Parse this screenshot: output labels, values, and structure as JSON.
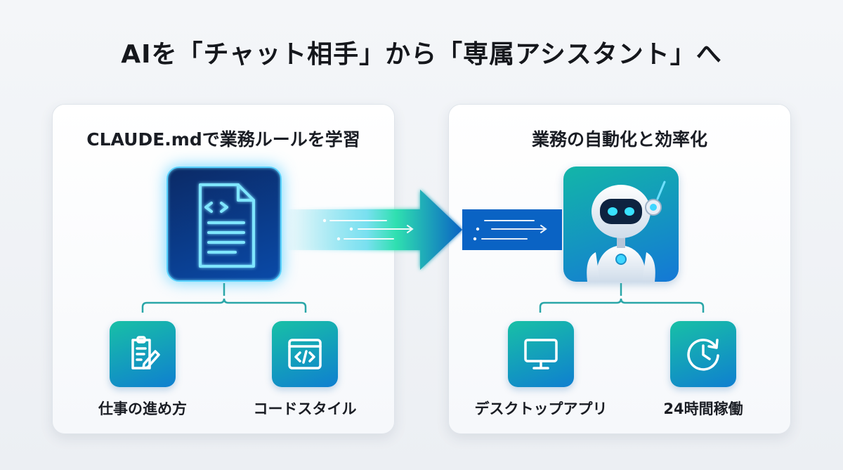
{
  "title": "AIを「チャット相手」から「専属アシスタント」へ",
  "left_panel": {
    "title": "CLAUDE.mdで業務ルールを学習",
    "main_icon": "document-code-icon",
    "items": [
      {
        "label": "仕事の進め方",
        "icon": "clipboard-edit-icon"
      },
      {
        "label": "コードスタイル",
        "icon": "code-window-icon"
      }
    ]
  },
  "right_panel": {
    "title": "業務の自動化と効率化",
    "main_icon": "robot-icon",
    "items": [
      {
        "label": "デスクトップアプリ",
        "icon": "monitor-icon"
      },
      {
        "label": "24時間稼働",
        "icon": "clock-icon"
      }
    ]
  },
  "colors": {
    "accent_teal": "#19c3a7",
    "accent_blue": "#1478d6",
    "glow_cyan": "#58d2ff",
    "connector": "#2aa6a8"
  }
}
